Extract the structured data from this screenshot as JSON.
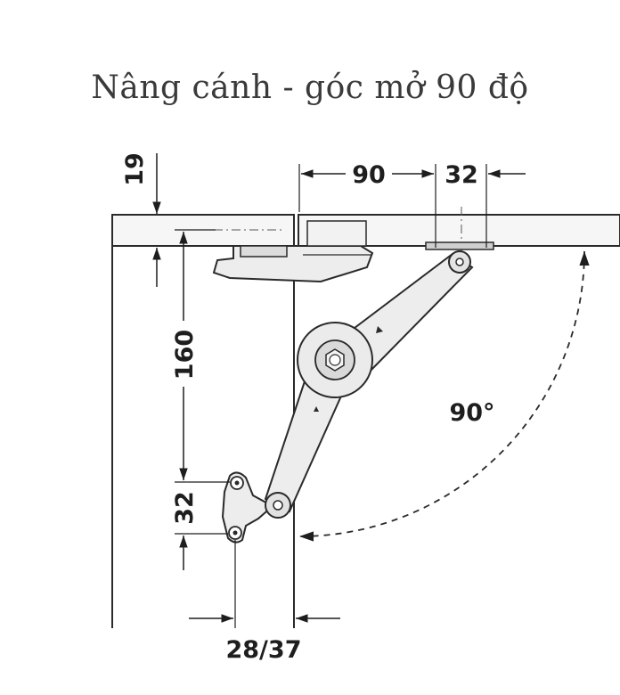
{
  "title": "Nâng cánh - góc mở 90 độ",
  "dimensions": {
    "d19": "19",
    "d90": "90",
    "d32_top": "32",
    "d160": "160",
    "d32_side": "32",
    "d28_37": "28/37",
    "angle": "90°"
  }
}
